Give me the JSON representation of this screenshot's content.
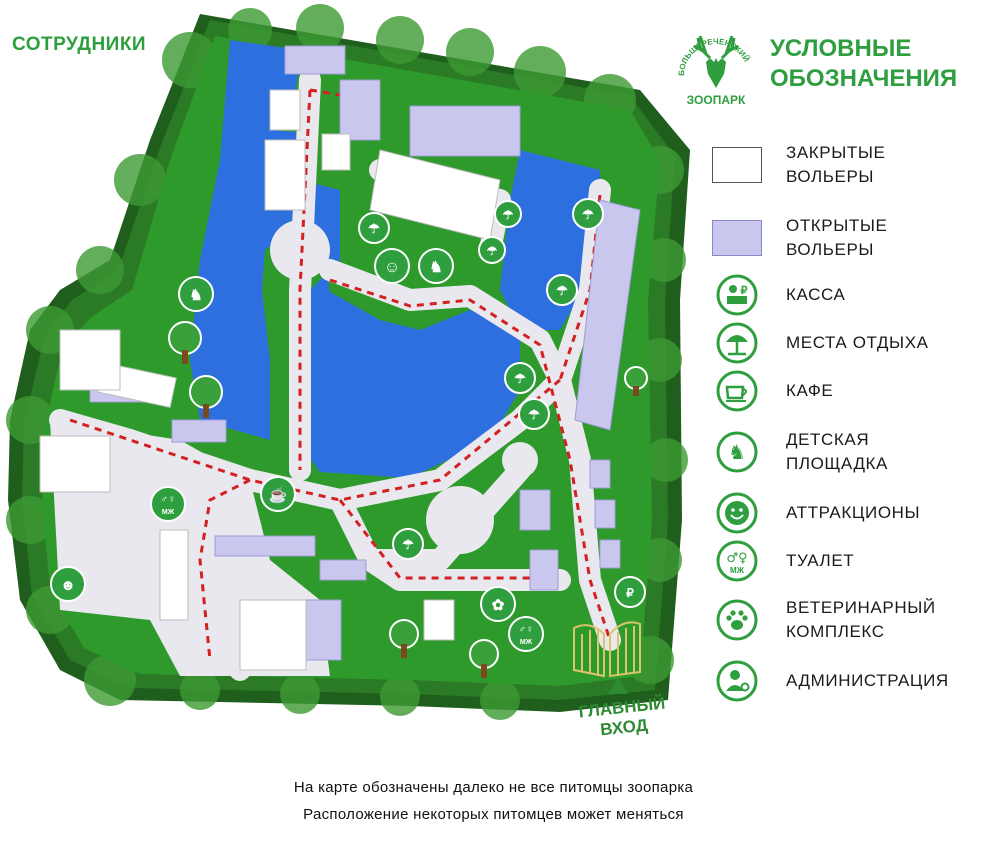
{
  "header": {
    "staff_label": "СОТРУДНИКИ",
    "legend_title": "УСЛОВНЫЕ\nОБОЗНАЧЕНИЯ"
  },
  "logo": {
    "arc_text": "БОЛЬШЕРЕЧЕНСКИЙ",
    "bottom_text": "ЗООПАРК",
    "icon": "deer-head-icon"
  },
  "legend": {
    "closed_enclosures": "ЗАКРЫТЫЕ\nВОЛЬЕРЫ",
    "open_enclosures": "ОТКРЫТЫЕ\nВОЛЬЕРЫ",
    "cashier": "КАССА",
    "rest_areas": "МЕСТА ОТДЫХА",
    "cafe": "КАФЕ",
    "playground": "ДЕТСКАЯ\nПЛОЩАДКА",
    "attractions": "АТТРАКЦИОНЫ",
    "toilet": "ТУАЛЕТ",
    "veterinary": "ВЕТЕРИНАРНЫЙ\nКОМПЛЕКС",
    "administration": "АДМИНИСТРАЦИЯ"
  },
  "map": {
    "entrance_label": "ГЛАВНЫЙ\nВХОД",
    "toilet_badge": "МЖ"
  },
  "colors": {
    "brand_green": "#2e9e3f",
    "lawn_green": "#2f9a2c",
    "forest_dark": "#1f5e1c",
    "water_blue": "#2e6fe0",
    "open_enclosure": "#c9c7ee",
    "closed_enclosure": "#ffffff",
    "path": "#e8e8ee",
    "route_arrow": "#d42020"
  },
  "footer": {
    "line1": "На карте обозначены далеко не все питомцы зоопарка",
    "line2": "Расположение некоторых питомцев может меняться"
  }
}
